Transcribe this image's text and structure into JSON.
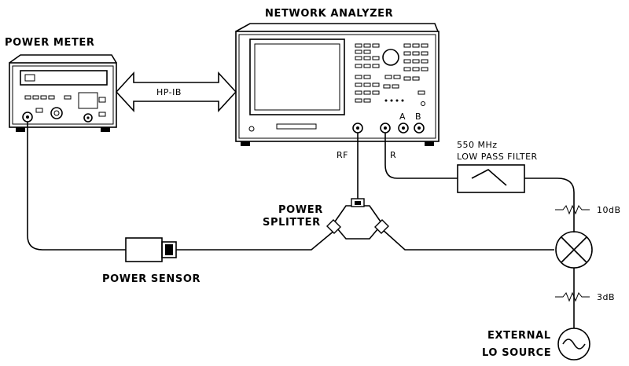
{
  "labels": {
    "network_analyzer": "NETWORK ANALYZER",
    "power_meter": "POWER METER",
    "hpib": "HP-IB",
    "port_a": "A",
    "port_b": "B",
    "port_rf": "RF",
    "port_r": "R",
    "filter_line1": "550 MHz",
    "filter_line2": "LOW PASS FILTER",
    "power_splitter_line1": "POWER",
    "power_splitter_line2": "SPLITTER",
    "power_sensor": "POWER SENSOR",
    "atten_10db": "10dB",
    "atten_3db": "3dB",
    "lo_source_line1": "EXTERNAL",
    "lo_source_line2": "LO SOURCE"
  },
  "colors": {
    "ink": "#000000",
    "background": "#ffffff"
  }
}
